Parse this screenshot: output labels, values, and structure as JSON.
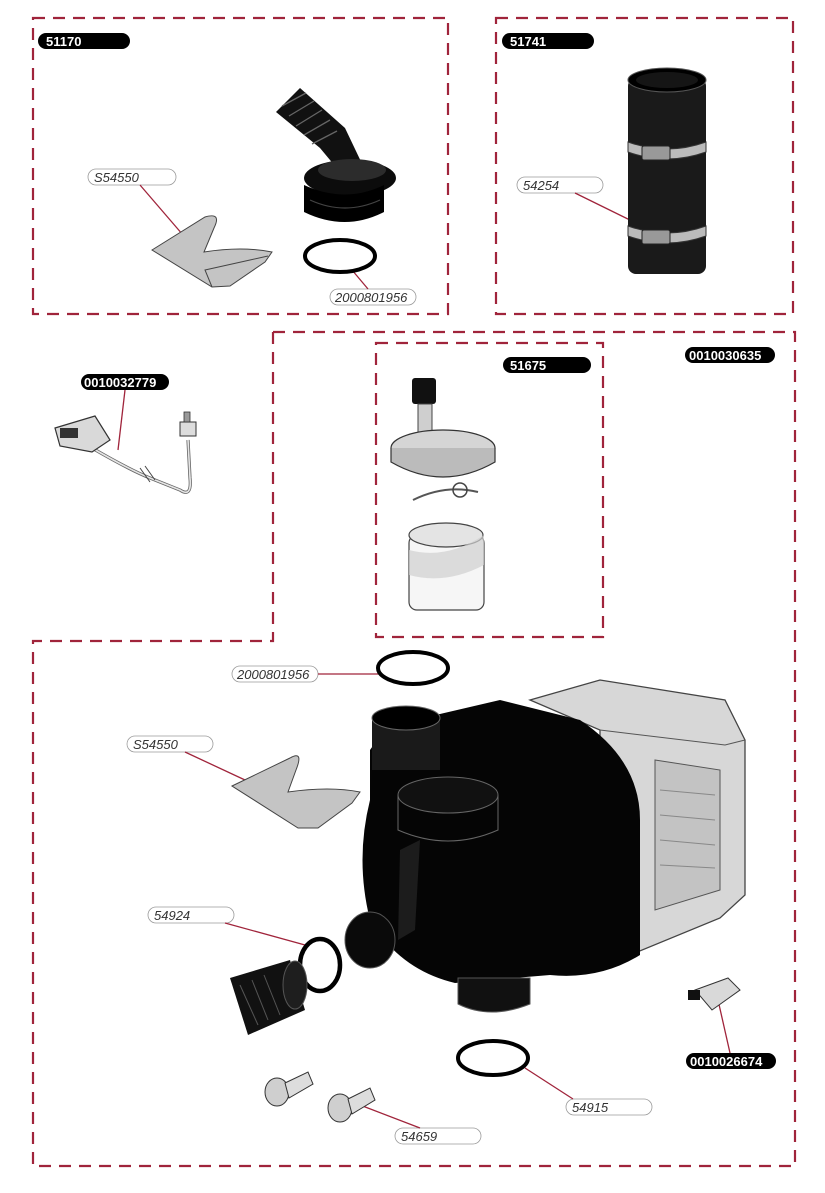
{
  "colors": {
    "accent": "#a0243b",
    "label_bg": "#000000",
    "part_fill": "#000000",
    "part_grey": "#cfcfcf"
  },
  "kits": {
    "k51170": "51170",
    "k51741": "51741",
    "k51675": "51675",
    "k0010030635": "0010030635",
    "k0010032779": "0010032779",
    "k0010026674": "0010026674"
  },
  "parts": {
    "clip_top": "S54550",
    "oring_top": "2000801956",
    "hose": "54254",
    "oring_main": "2000801956",
    "clip_main": "S54550",
    "seal_small": "54924",
    "oring_bottom": "54915",
    "screw": "54659"
  },
  "icons": [
    "hose-adapter-icon",
    "clip-icon",
    "o-ring-icon",
    "hose-with-clamps-icon",
    "cable-connector-icon",
    "air-vent-valve-icon",
    "pump-body-icon",
    "motor-head-icon",
    "connector-nut-icon",
    "screw-icon",
    "plug-icon"
  ]
}
